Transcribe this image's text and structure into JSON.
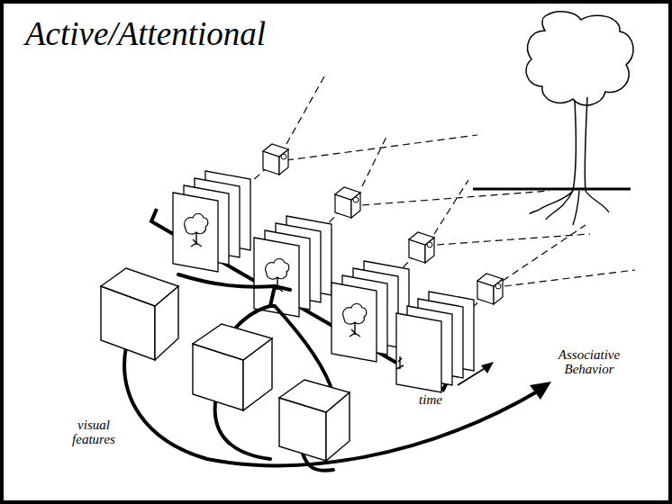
{
  "diagram": {
    "title": "Active/Attentional",
    "labels": [
      "Associative Behavior",
      "time",
      "visual features"
    ]
  }
}
